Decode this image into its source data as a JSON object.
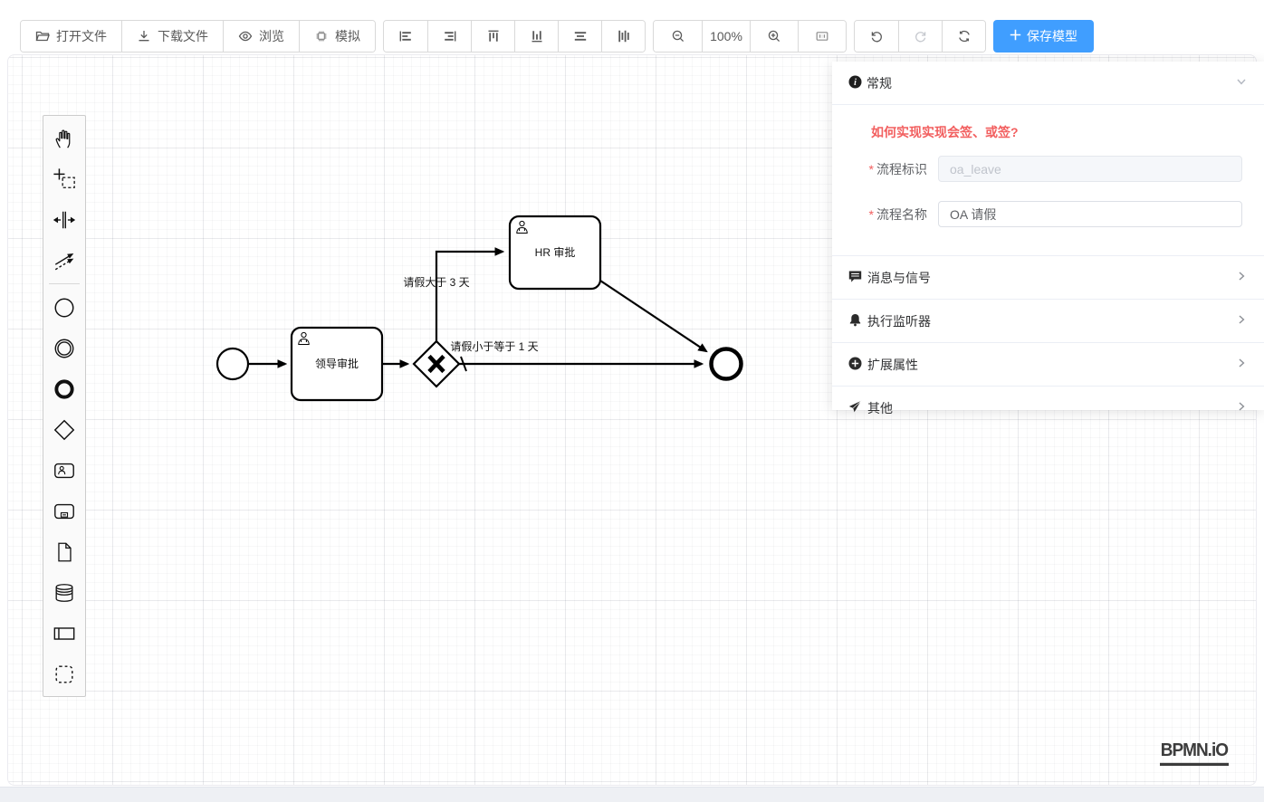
{
  "toolbar": {
    "file_buttons": [
      {
        "label": "打开文件",
        "icon": "folder-open-icon"
      },
      {
        "label": "下载文件",
        "icon": "download-icon"
      },
      {
        "label": "浏览",
        "icon": "eye-icon"
      },
      {
        "label": "模拟",
        "icon": "simulation-icon"
      }
    ],
    "align_icons": [
      "align-left-icon",
      "align-right-icon",
      "align-top-icon",
      "align-bottom-icon",
      "align-center-vertical-icon",
      "align-center-horizontal-icon"
    ],
    "zoom": {
      "out_icon": "zoom-out-icon",
      "level": "100%",
      "in_icon": "zoom-in-icon",
      "reset_icon": "reset-zoom-icon"
    },
    "history_icons": [
      "undo-icon",
      "redo-icon",
      "restart-icon"
    ],
    "save": {
      "label": "保存模型",
      "icon": "plus-icon"
    }
  },
  "palette": {
    "items": [
      "hand-tool-icon",
      "lasso-tool-icon",
      "space-tool-icon",
      "global-connect-icon",
      "start-event-icon",
      "intermediate-event-icon",
      "end-event-icon",
      "gateway-icon",
      "user-task-icon",
      "subprocess-icon",
      "data-object-icon",
      "data-store-icon",
      "participant-icon",
      "group-icon"
    ]
  },
  "diagram": {
    "tasks": [
      {
        "label": "领导审批"
      },
      {
        "label": "HR 审批"
      }
    ],
    "flow_labels": [
      {
        "label": "请假大于 3 天"
      },
      {
        "label": "请假小于等于 1 天"
      }
    ]
  },
  "watermark": "BPMN.iO",
  "panel": {
    "header": {
      "label": "常规",
      "icon": "info-icon"
    },
    "doc_link": "如何实现实现会签、或签?",
    "fields": [
      {
        "label": "流程标识",
        "value": "oa_leave",
        "required": "true",
        "disabled": "true"
      },
      {
        "label": "流程名称",
        "value": "OA 请假",
        "required": "true"
      }
    ],
    "sections": [
      {
        "label": "消息与信号",
        "icon": "message-icon"
      },
      {
        "label": "执行监听器",
        "icon": "bell-icon"
      },
      {
        "label": "扩展属性",
        "icon": "plus-circle-icon"
      },
      {
        "label": "其他",
        "icon": "send-icon"
      }
    ]
  },
  "colors": {
    "primary": "#409eff",
    "danger": "#f25f5f",
    "toolbar_text": "#595959",
    "panel_text": "#303133",
    "stroke": "#000000"
  }
}
